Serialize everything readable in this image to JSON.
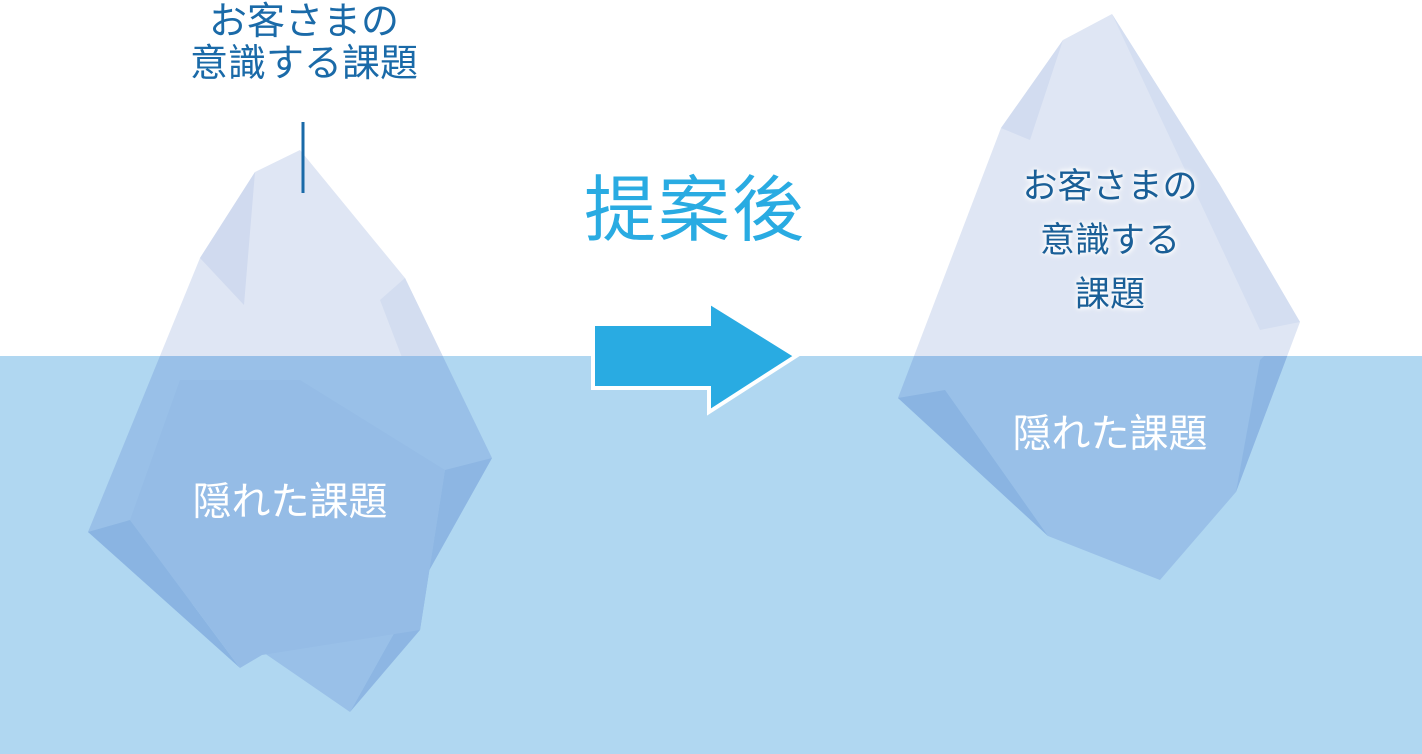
{
  "colors": {
    "water": "#b0d7f1",
    "ice_light": "#dfe6f4",
    "ice_deep": "#99c0e8",
    "arrow": "#29abe2",
    "label_blue": "#1a6aa8",
    "after_blue": "#29abe2"
  },
  "left_iceberg": {
    "visible_issue": [
      "お客さまの",
      "意識する課題"
    ],
    "hidden_issue": "隠れた課題"
  },
  "transition": {
    "label": "提案後",
    "arrow_icon": "right-arrow-icon"
  },
  "right_iceberg": {
    "visible_issue": [
      "お客さまの",
      "意識する",
      "課題"
    ],
    "hidden_issue": "隠れた課題"
  }
}
